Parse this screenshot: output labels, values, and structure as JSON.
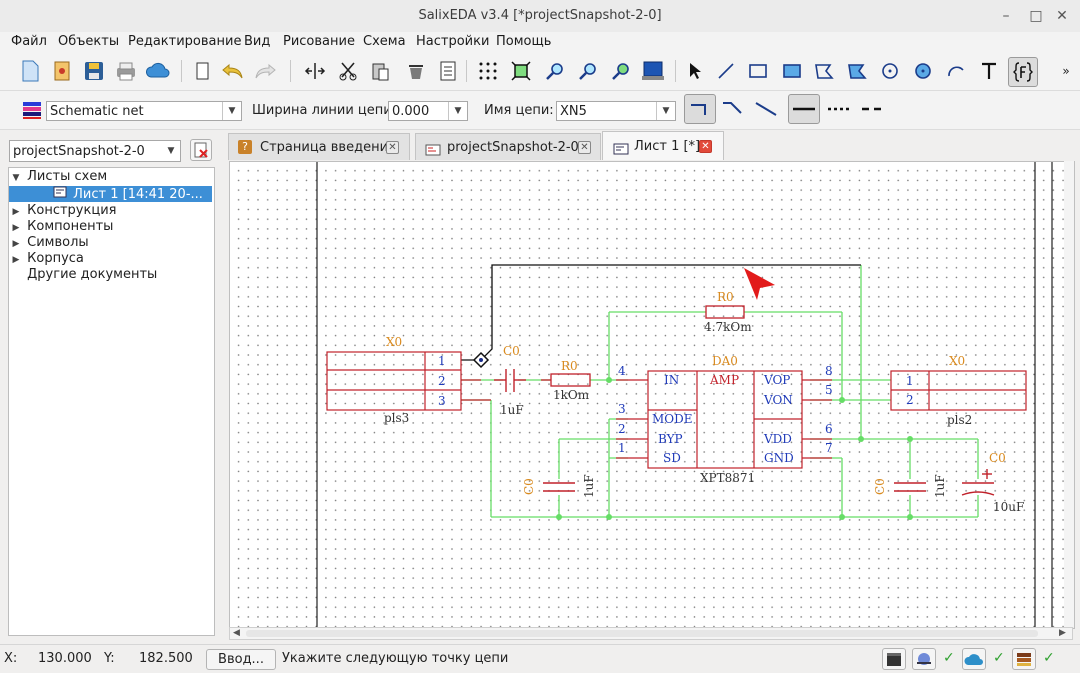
{
  "window": {
    "title": "SalixEDA v3.4 [*projectSnapshot-2-0]"
  },
  "menu": [
    "Файл",
    "Объекты",
    "Редактирование",
    "Вид",
    "Рисование",
    "Схема",
    "Настройки",
    "Помощь"
  ],
  "toolbar2": {
    "layer": "Schematic net",
    "width_label": "Ширина линии цепи:",
    "width_value": "0.000",
    "net_label": "Имя цепи:",
    "net_value": "XN5"
  },
  "project_combo": "projectSnapshot-2-0",
  "tree": {
    "sheets": "Листы схем",
    "sheet1": "Лист 1 [14:41 20-...",
    "construction": "Конструкция",
    "components": "Компоненты",
    "symbols": "Символы",
    "packages": "Корпуса",
    "other": "Другие документы"
  },
  "tabs": [
    {
      "label": "Страница введения"
    },
    {
      "label": "projectSnapshot-2-0"
    },
    {
      "label": "Лист 1 [*]"
    }
  ],
  "schematic": {
    "x0_left": {
      "ref": "X0",
      "name": "pls3",
      "pins": [
        "1",
        "2",
        "3"
      ]
    },
    "c_input": {
      "ref": "C0",
      "value": "1uF"
    },
    "r_input": {
      "ref": "R0",
      "value": "1kOm"
    },
    "r_feedback": {
      "ref": "R0",
      "value": "4.7kOm"
    },
    "chip": {
      "ref": "DA0",
      "name": "XPT8871",
      "center_label": "AMP",
      "left_pins": [
        {
          "num": "4",
          "label": "IN"
        },
        {
          "num": "3",
          "label": "MODE"
        },
        {
          "num": "2",
          "label": "BYP"
        },
        {
          "num": "1",
          "label": "SD"
        }
      ],
      "right_pins": [
        {
          "num": "8",
          "label": "VOP"
        },
        {
          "num": "5",
          "label": "VON"
        },
        {
          "num": "6",
          "label": "VDD"
        },
        {
          "num": "7",
          "label": "GND"
        }
      ]
    },
    "c_byp": {
      "ref": "C0",
      "value": "1uF"
    },
    "c_vdd": {
      "ref": "C0",
      "value": "1uF"
    },
    "c_bulk": {
      "ref": "C0",
      "value": "10uF"
    },
    "x0_right": {
      "ref": "X0",
      "name": "pls2",
      "pins": [
        "1",
        "2"
      ]
    }
  },
  "status": {
    "x_label": "X:",
    "x_value": "130.000",
    "y_label": "Y:",
    "y_value": "182.500",
    "input_button": "Ввод...",
    "message": "Укажите следующую точку цепи"
  },
  "colors": {
    "part": "#c0212a",
    "pin_text": "#1f3ab8",
    "ref": "#d98a1e",
    "net": "#66dd66",
    "wire_active": "#111111",
    "selection": "#3d8fd6"
  }
}
